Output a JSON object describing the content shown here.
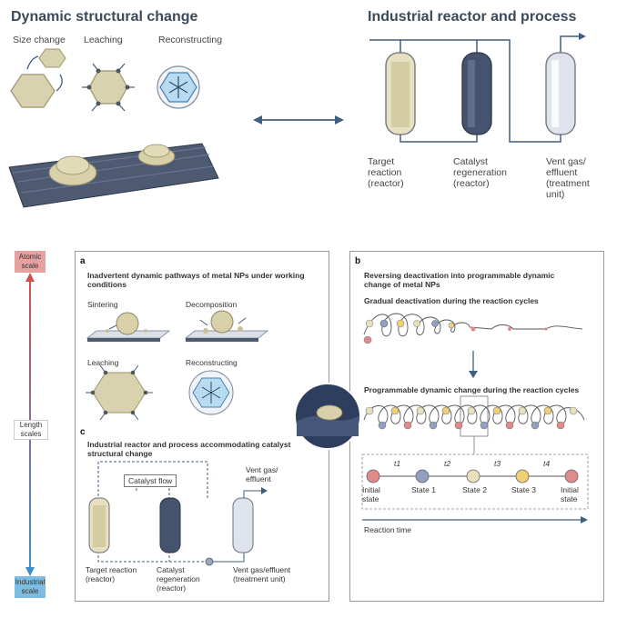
{
  "top": {
    "left_title": "Dynamic structural change",
    "size_change": "Size change",
    "leaching": "Leaching",
    "reconstructing": "Reconstructing",
    "right_title": "Industrial reactor and process",
    "target_reaction": "Target reaction (reactor)",
    "catalyst_regeneration": "Catalyst regeneration (reactor)",
    "vent_gas": "Vent gas/ effluent (treatment unit)"
  },
  "scale": {
    "atomic": "Atomic scale",
    "length": "Length scales",
    "industrial": "Industrial scale"
  },
  "panel_a": {
    "letter": "a",
    "title": "Inadvertent dynamic pathways of metal NPs under working conditions",
    "sintering": "Sintering",
    "decomposition": "Decomposition",
    "leaching": "Leaching",
    "reconstructing": "Reconstructing"
  },
  "panel_c": {
    "letter": "c",
    "title": "Industrial reactor and process accommodating catalyst structural change",
    "catalyst_flow": "Catalyst flow",
    "vent": "Vent gas/ effluent",
    "target": "Target reaction (reactor)",
    "regeneration": "Catalyst regeneration (reactor)",
    "vent_bottom": "Vent gas/effluent (treatment unit)"
  },
  "panel_b": {
    "letter": "b",
    "title": "Reversing deactivation into programmable dynamic change of metal NPs",
    "gradual": "Gradual deactivation during the reaction cycles",
    "programmable": "Programmable dynamic change during the reaction cycles",
    "states": [
      "Initial state",
      "State 1",
      "State 2",
      "State 3",
      "Initial state"
    ],
    "t_labels": [
      "t1",
      "t2",
      "t3",
      "t4"
    ],
    "reaction_time": "Reaction time"
  },
  "colors": {
    "title": "#3a4a5a",
    "arrow": "#3f5f80",
    "atomic_box": "#e7a0a0",
    "industrial_box": "#7ebde0",
    "state_red": "#e08a8a",
    "state_blue": "#8fa0c0",
    "state_beige": "#e8e0bd",
    "state_yellow": "#f0cf72"
  }
}
